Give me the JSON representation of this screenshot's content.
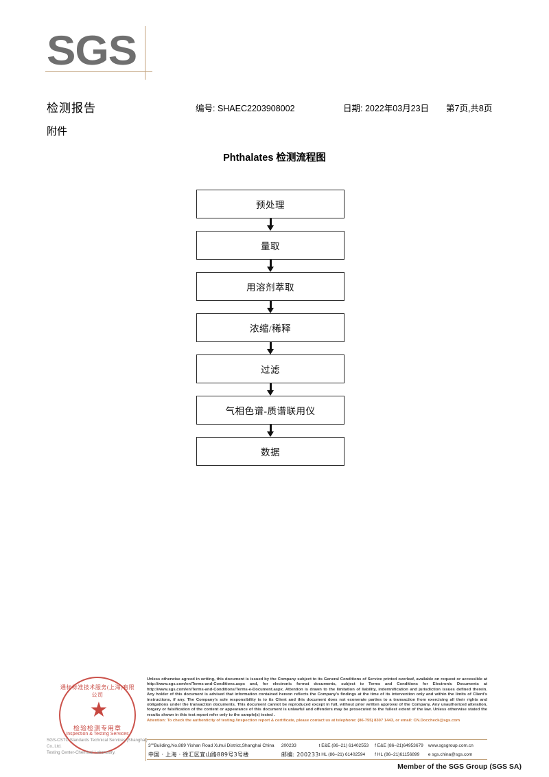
{
  "brand": {
    "logo_text": "SGS",
    "logo_gray": "#6f6f6f",
    "rule_color": "#c2a27c"
  },
  "header": {
    "report_title": "检测报告",
    "report_no": "编号: SHAEC2203908002",
    "date": "日期: 2022年03月23日",
    "page": "第7页,共8页",
    "attachment_label": "附件"
  },
  "flow": {
    "title": "Phthalates 检测流程图",
    "nodes": [
      {
        "label": "预处理"
      },
      {
        "label": "量取"
      },
      {
        "label": "用溶剂萃取"
      },
      {
        "label": "浓缩/稀释"
      },
      {
        "label": "过滤"
      },
      {
        "label": "气相色谱-质谱联用仪"
      },
      {
        "label": "数据"
      }
    ]
  },
  "stamp": {
    "arc_text": "通标标准技术服务(上海)有限公司",
    "star": "★",
    "cn_text": "检验检测专用章",
    "en_text": "Inspection & Testing Services",
    "company_gray_line1": "SGS-CSTC Standards Technical Services (Shanghai) Co.,Ltd.",
    "company_gray_line2": "Testing Center-Chemical Laboratory.",
    "stamp_color": "#c2342c"
  },
  "footer": {
    "legal_paragraph": "Unless otherwise agreed in writing, this document is issued by the Company subject to its General Conditions of Service printed overleaf, available on request or accessible at http://www.sgs.com/en/Terms-and-Conditions.aspx and, for electronic format documents, subject to Terms and Conditions for Electronic Documents at http://www.sgs.com/en/Terms-and-Conditions/Terms-e-Document.aspx. Attention is drawn to the limitation of liability, indemnification and jurisdiction issues defined therein. Any holder of this document is advised that information contained hereon reflects the Company's findings at the time of its intervention only and within the limits of Client's instructions, if any. The Company's sole responsibility is to its Client and this document does not exonerate parties to a transaction from exercising all their rights and obligations under the transaction documents. This document cannot be reproduced except in full, without prior written approval of the Company. Any unauthorized alteration, forgery or falsification of the content or appearance of this document is unlawful and offenders may be prosecuted to the fullest extent of the law. Unless otherwise stated the results shown in this test report refer only to the sample(s) tested .",
    "attention_text": "Attention: To check the authenticity of testing /inspection report & certificate, please contact us at telephone: (86-755) 8307 1443, or email: CN.Doccheck@sgs.com",
    "attention_color": "#c8763c",
    "address": {
      "en_address": "3\"\"Building,No.889 Yishan Road Xuhui District,Shanghai China",
      "en_zip": "200233",
      "en_phone1": "t E&E (86–21) 61402553",
      "en_phone2": "f E&E (86–21)64953679",
      "en_web": "www.sgsgroup.com.cn",
      "cn_address": "中国 · 上海 · 徐汇区宜山路889号3号楼",
      "cn_zip": "邮编: 200233",
      "cn_phone1": "t HL (86–21) 61402594",
      "cn_phone2": "f HL (86–21)61156899",
      "cn_email": "e sgs.china@sgs.com"
    },
    "member_line": "Member of the SGS Group (SGS SA)"
  }
}
